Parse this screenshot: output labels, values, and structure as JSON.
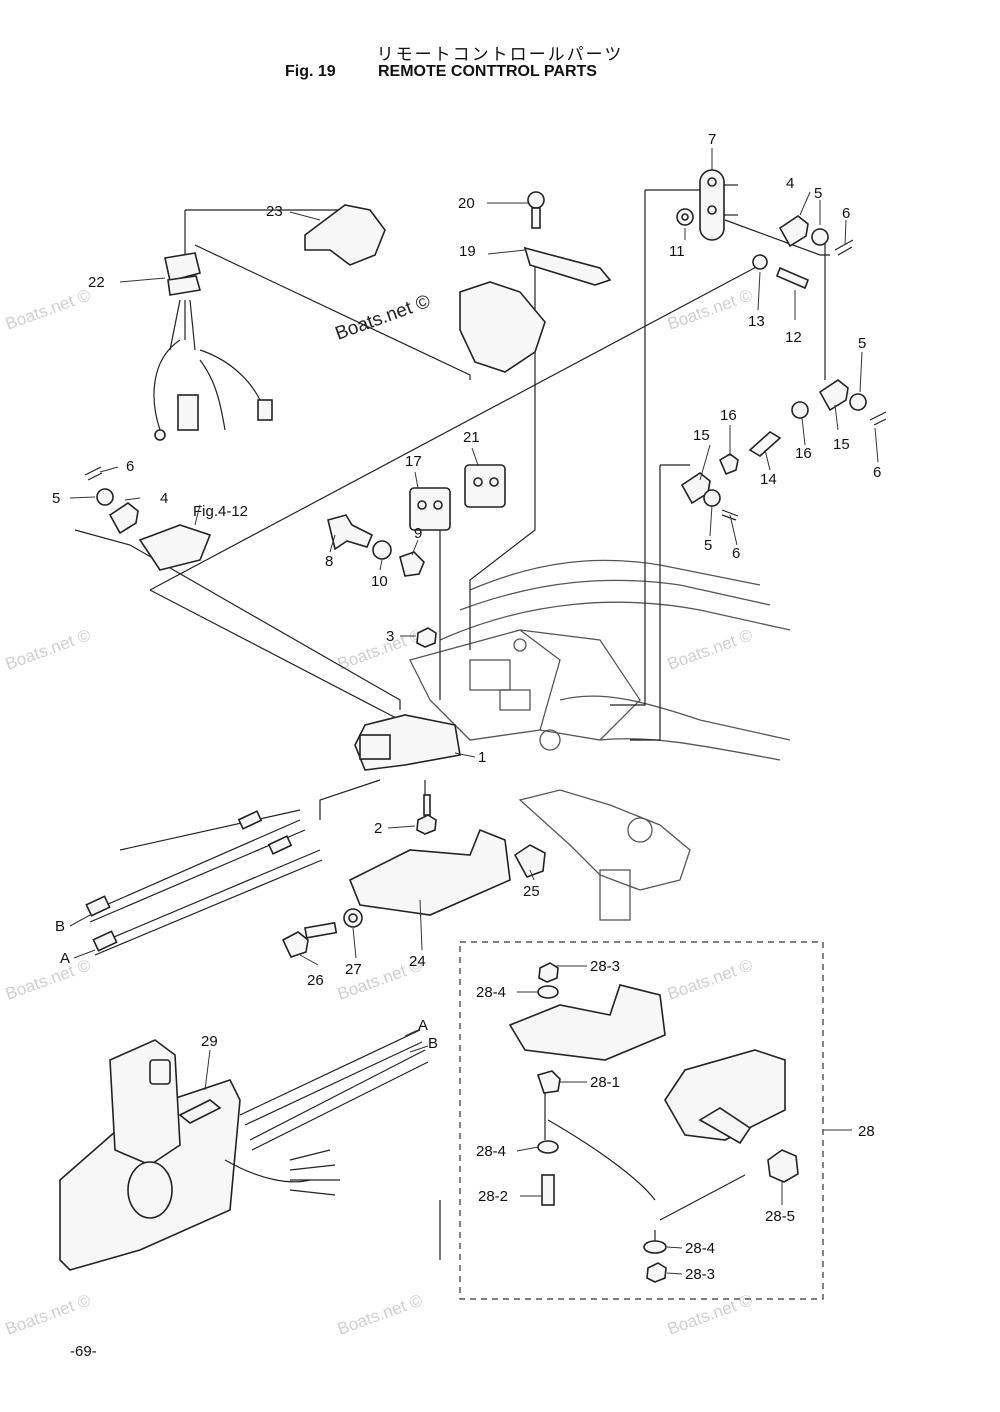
{
  "title": {
    "japanese": "リモートコントロールパーツ",
    "figure": "Fig. 19",
    "english": "REMOTE CONTTROL PARTS"
  },
  "page_number": "-69-",
  "watermark": {
    "text": "Boats.net ©",
    "prominent_text": "Boats.net ©"
  },
  "reference": "Fig.4-12",
  "parts": [
    {
      "id": "p1",
      "label": "1"
    },
    {
      "id": "p2",
      "label": "2"
    },
    {
      "id": "p3",
      "label": "3"
    },
    {
      "id": "p4a",
      "label": "4"
    },
    {
      "id": "p4b",
      "label": "4"
    },
    {
      "id": "p5a",
      "label": "5"
    },
    {
      "id": "p5b",
      "label": "5"
    },
    {
      "id": "p5c",
      "label": "5"
    },
    {
      "id": "p5d",
      "label": "5"
    },
    {
      "id": "p6a",
      "label": "6"
    },
    {
      "id": "p6b",
      "label": "6"
    },
    {
      "id": "p6c",
      "label": "6"
    },
    {
      "id": "p6d",
      "label": "6"
    },
    {
      "id": "p7",
      "label": "7"
    },
    {
      "id": "p8",
      "label": "8"
    },
    {
      "id": "p9",
      "label": "9"
    },
    {
      "id": "p10",
      "label": "10"
    },
    {
      "id": "p11",
      "label": "11"
    },
    {
      "id": "p12",
      "label": "12"
    },
    {
      "id": "p13",
      "label": "13"
    },
    {
      "id": "p14",
      "label": "14"
    },
    {
      "id": "p15a",
      "label": "15"
    },
    {
      "id": "p15b",
      "label": "15"
    },
    {
      "id": "p16a",
      "label": "16"
    },
    {
      "id": "p16b",
      "label": "16"
    },
    {
      "id": "p17",
      "label": "17"
    },
    {
      "id": "p19",
      "label": "19"
    },
    {
      "id": "p20",
      "label": "20"
    },
    {
      "id": "p21",
      "label": "21"
    },
    {
      "id": "p22",
      "label": "22"
    },
    {
      "id": "p23",
      "label": "23"
    },
    {
      "id": "p24",
      "label": "24"
    },
    {
      "id": "p25",
      "label": "25"
    },
    {
      "id": "p26",
      "label": "26"
    },
    {
      "id": "p27",
      "label": "27"
    },
    {
      "id": "p28",
      "label": "28"
    },
    {
      "id": "p28_1",
      "label": "28-1"
    },
    {
      "id": "p28_2",
      "label": "28-2"
    },
    {
      "id": "p28_3a",
      "label": "28-3"
    },
    {
      "id": "p28_3b",
      "label": "28-3"
    },
    {
      "id": "p28_4a",
      "label": "28-4"
    },
    {
      "id": "p28_4b",
      "label": "28-4"
    },
    {
      "id": "p28_4c",
      "label": "28-4"
    },
    {
      "id": "p28_5",
      "label": "28-5"
    },
    {
      "id": "p29",
      "label": "29"
    }
  ],
  "cable_ends": {
    "a_left": "A",
    "b_left": "B",
    "a_right": "A",
    "b_right": "B"
  }
}
